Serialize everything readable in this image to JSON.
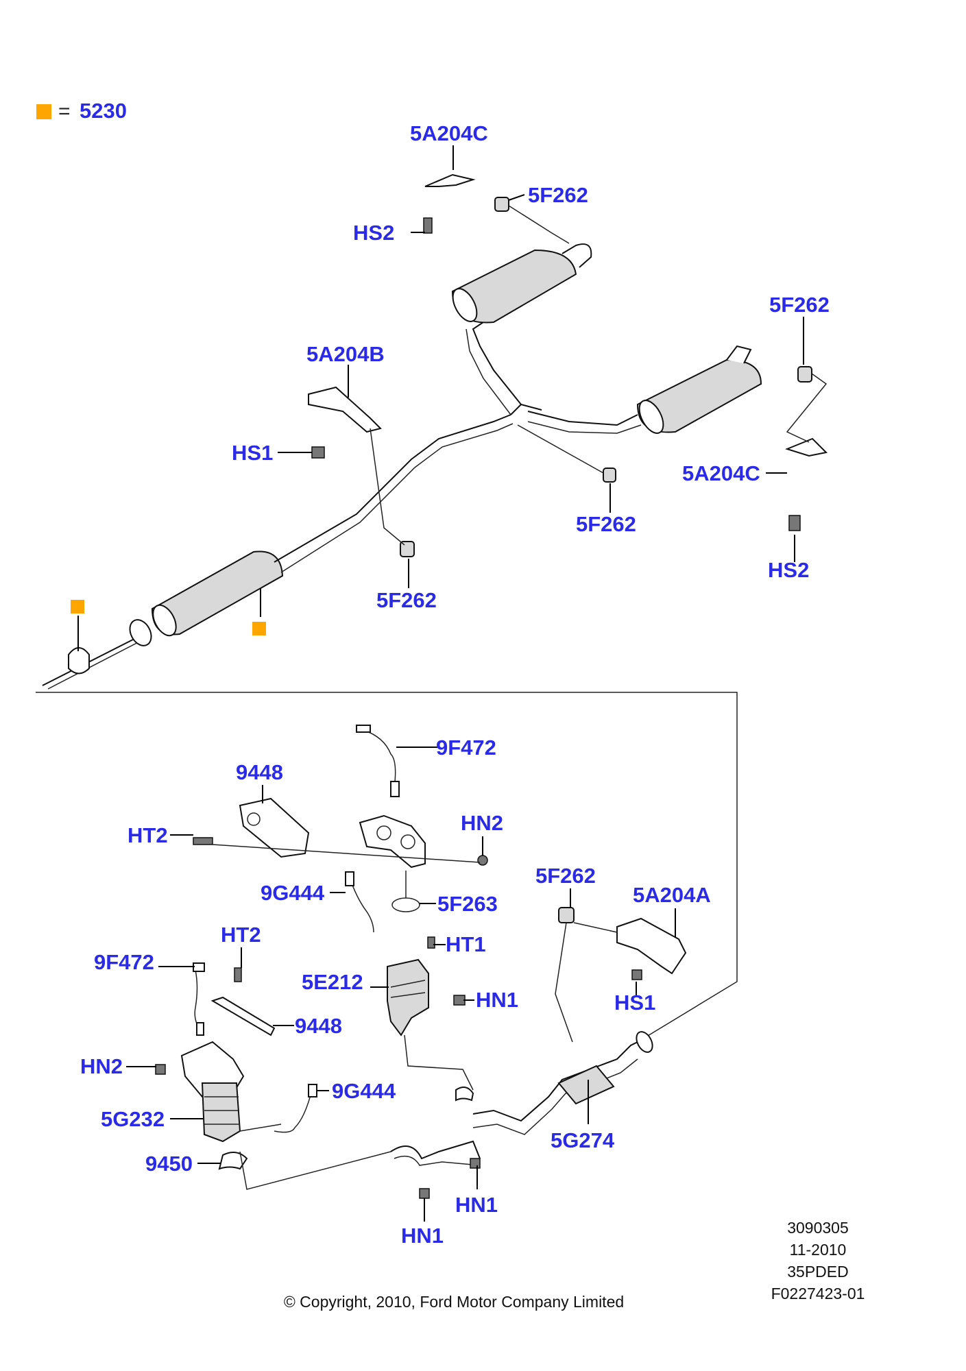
{
  "legend": {
    "color": "#ffa500",
    "symbol": "=",
    "code": "5230"
  },
  "colors": {
    "label": "#2a2ae8",
    "marker": "#ffa500",
    "line": "#000000"
  },
  "labels": {
    "5a204c_top": "5A204C",
    "5f262_top": "5F262",
    "hs2_top": "HS2",
    "5f262_right": "5F262",
    "5a204b": "5A204B",
    "hs1_top": "HS1",
    "5a204c_right": "5A204C",
    "5f262_mid": "5F262",
    "hs2_right": "HS2",
    "5f262_left": "5F262",
    "9f472_top": "9F472",
    "9448_top": "9448",
    "hn2_top": "HN2",
    "ht2_left": "HT2",
    "9g444_top": "9G444",
    "5f263": "5F263",
    "5f262_lower": "5F262",
    "5a204a": "5A204A",
    "ht2_mid": "HT2",
    "ht1": "HT1",
    "9f472_left": "9F472",
    "5e212": "5E212",
    "hn1_mid": "HN1",
    "hs1_lower": "HS1",
    "9448_lower": "9448",
    "hn2_left": "HN2",
    "9g444_lower": "9G444",
    "5g232": "5G232",
    "5g274": "5G274",
    "9450": "9450",
    "hn1_right": "HN1",
    "hn1_bottom": "HN1"
  },
  "meta": {
    "ref1": "3090305",
    "date": "11-2010",
    "ref2": "35PDED",
    "ref3": "F0227423-01"
  },
  "copyright": "© Copyright, 2010, Ford Motor Company Limited"
}
